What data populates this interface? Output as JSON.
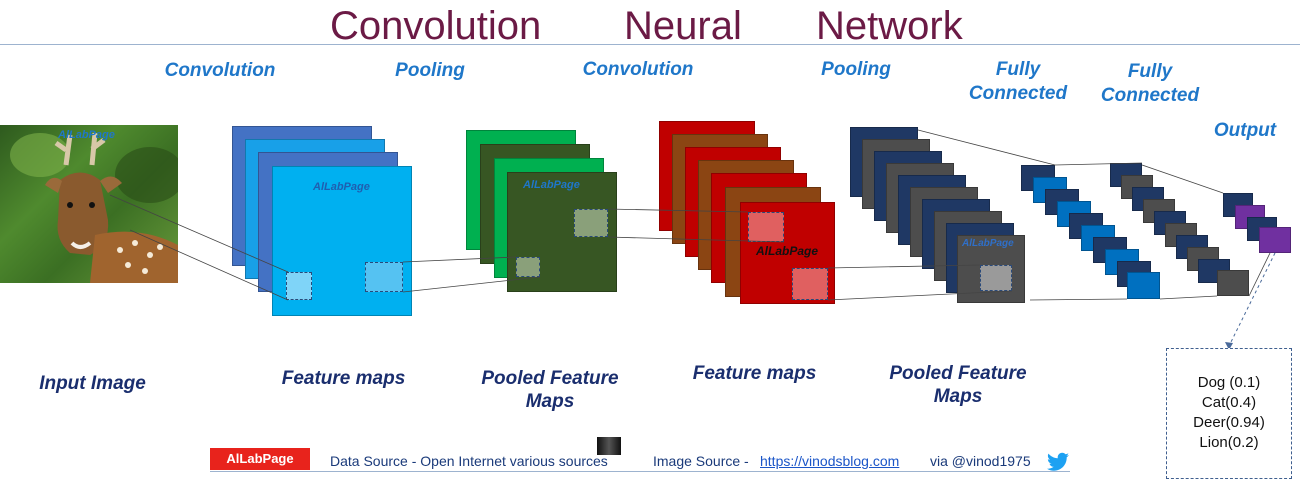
{
  "title": {
    "w1": "Convolution",
    "w2": "Neural",
    "w3": "Network"
  },
  "stages": {
    "conv1": "Convolution",
    "pool1": "Pooling",
    "conv2": "Convolution",
    "pool2": "Pooling",
    "fc1": "Fully Connected",
    "fc2": "Fully Connected",
    "output": "Output"
  },
  "captions": {
    "input": "Input Image",
    "feature1": "Feature maps",
    "pooled1": "Pooled Feature Maps",
    "feature2": "Feature maps",
    "pooled2": "Pooled Feature Maps"
  },
  "watermark": "AlLabPage",
  "outputs": [
    "Dog (0.1)",
    "Cat(0.4)",
    "Deer(0.94)",
    "Lion(0.2)"
  ],
  "footer": {
    "badge": "AlLabPage",
    "data_source": "Data Source -  Open Internet  various sources",
    "image_source_label": "Image Source -",
    "image_source_link": "https://vinodsblog.com",
    "via": "via  @vinod1975"
  },
  "colors": {
    "title": "#6b1a45",
    "stage_label": "#1f77c9",
    "caption": "#1a2e6e",
    "accent_red": "#e8231c"
  }
}
